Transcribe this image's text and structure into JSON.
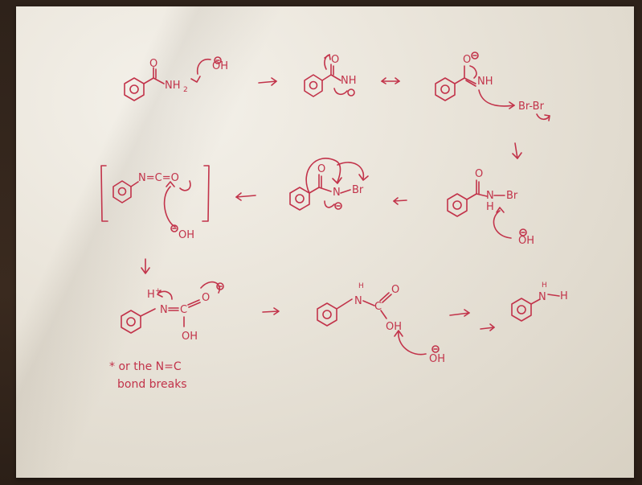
{
  "page": {
    "description_free": true
  },
  "labels": {
    "s1_nh2": "NH",
    "s1_nh2_sub": "2",
    "s1_oh": "OH",
    "s1_o": "O",
    "s2_o": "O",
    "s2_nh": "NH",
    "s3_o": "O",
    "s3_nh": "NH",
    "s3_br": "Br-Br",
    "s4_o": "O",
    "s4_n": "N",
    "s4_br": "Br",
    "s4_h": "H",
    "s4_oh": "OH",
    "s5_o": "O",
    "s5_n": "N",
    "s5_br": "Br",
    "s6_nco": "N=C=O",
    "s6_oh": "OH",
    "s7_h": "H",
    "s7_plus": "+",
    "s7_n": "N",
    "s7_c": "C",
    "s7_o": "O",
    "s7_oh": "OH",
    "s8_h": "H",
    "s8_n": "N",
    "s8_c": "C",
    "s8_o": "O",
    "s8_oh": "OH",
    "s8_oh2": "OH",
    "s9_n": "N",
    "s9_h": "H",
    "s9_h2": "H",
    "note_line1": "* or the N=C",
    "note_line2": "bond breaks"
  }
}
